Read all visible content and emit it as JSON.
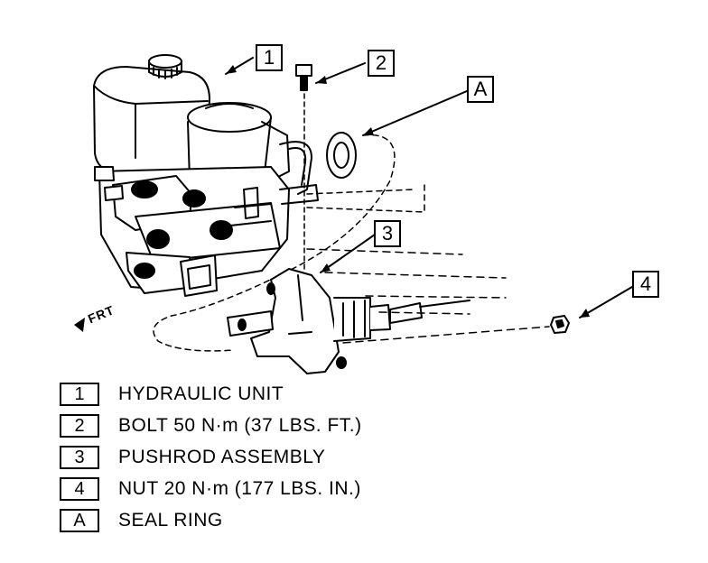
{
  "callouts": [
    {
      "key": "1"
    },
    {
      "key": "2"
    },
    {
      "key": "A"
    },
    {
      "key": "3"
    },
    {
      "key": "4"
    }
  ],
  "direction_label": "FRT",
  "legend": [
    {
      "key": "1",
      "text": "HYDRAULIC UNIT"
    },
    {
      "key": "2",
      "text": "BOLT 50 N·m (37 LBS. FT.)"
    },
    {
      "key": "3",
      "text": "PUSHROD ASSEMBLY"
    },
    {
      "key": "4",
      "text": "NUT 20 N·m (177 LBS. IN.)"
    },
    {
      "key": "A",
      "text": "SEAL RING"
    }
  ]
}
